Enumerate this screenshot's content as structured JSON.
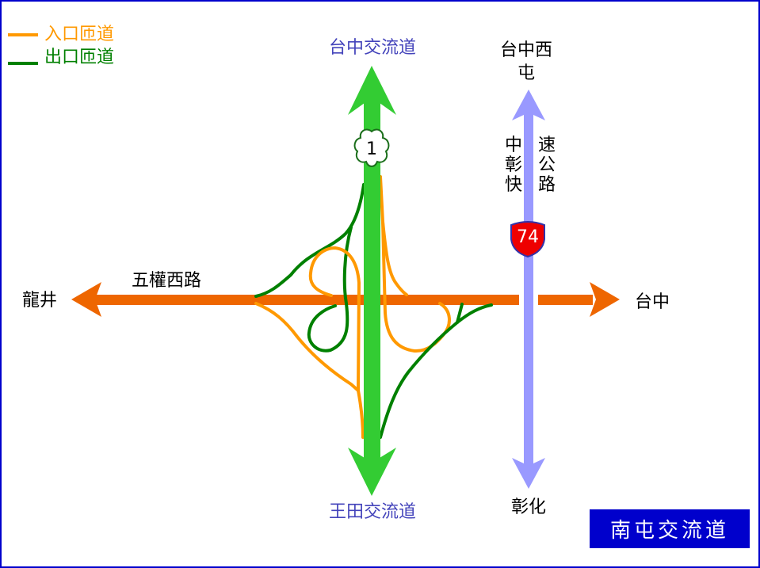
{
  "legend": [
    {
      "label": "入口匝道",
      "color": "#ff9900"
    },
    {
      "label": "出口匝道",
      "color": "#008000"
    }
  ],
  "roads": {
    "freeway_north": "台中交流道",
    "freeway_south": "王田交流道",
    "freeway_number": "1",
    "expressway_north_line1": "台中西",
    "expressway_north_line2": "屯",
    "expressway_name_left": [
      "中",
      "彰",
      "快"
    ],
    "expressway_name_right": [
      "速",
      "公",
      "路"
    ],
    "expressway_number": "74",
    "expressway_south": "彰化",
    "street_name": "五權西路",
    "street_west": "龍井",
    "street_east": "台中"
  },
  "title_badge": "南屯交流道",
  "colors": {
    "freeway": "#33cc33",
    "expressway": "#9999ff",
    "street": "#ee6600",
    "on_ramp": "#ff9900",
    "off_ramp": "#008000",
    "badge_bg": "#0000cc",
    "interchange_label": "#4444bb"
  }
}
